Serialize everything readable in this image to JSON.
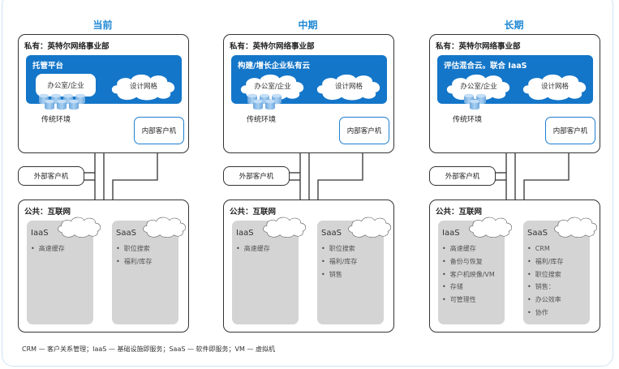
{
  "stages": [
    {
      "title": "当前",
      "private": {
        "label": "私有：英特尔网络事业部",
        "platform_title": "托管平台",
        "office": "办公室/企业",
        "design": "设计网格",
        "office_is_cloud": false,
        "legacy_label": "传统环境",
        "db_count": 7,
        "internal_client": "内部客户机"
      },
      "external_client": "外部客户机",
      "public": {
        "label": "公共：互联网",
        "iaas": {
          "title": "IaaS",
          "items": [
            "高速缓存"
          ]
        },
        "saas": {
          "title": "SaaS",
          "items": [
            "职位搜索",
            "福利/库存"
          ]
        }
      }
    },
    {
      "title": "中期",
      "private": {
        "label": "私有：英特尔网络事业部",
        "platform_title": "构建/增长企业私有云",
        "office": "办公室/企业",
        "design": "设计网格",
        "office_is_cloud": true,
        "legacy_label": "传统环境",
        "db_count": 5,
        "internal_client": "内部客户机"
      },
      "external_client": "外部客户机",
      "public": {
        "label": "公共：互联网",
        "iaas": {
          "title": "IaaS",
          "items": [
            "高速缓存"
          ]
        },
        "saas": {
          "title": "SaaS",
          "items": [
            "职位搜索",
            "福利/库存",
            "销售"
          ]
        }
      }
    },
    {
      "title": "长期",
      "private": {
        "label": "私有：英特尔网络事业部",
        "platform_title": "评估混合云。联合 IaaS",
        "office": "办公室/企业",
        "design": "设计网格",
        "office_is_cloud": true,
        "legacy_label": "传统环境",
        "db_count": 3,
        "internal_client": "内部客户机"
      },
      "external_client": "外部客户机",
      "public": {
        "label": "公共：互联网",
        "iaas": {
          "title": "IaaS",
          "items": [
            "高速缓存",
            "备份与恢复",
            "客户机映像/VM",
            "存储",
            "可管理性"
          ]
        },
        "saas": {
          "title": "SaaS",
          "items": [
            "CRM",
            "福利/库存",
            "职位搜索",
            "销售：",
            "办公效率",
            "协作"
          ]
        }
      }
    }
  ],
  "footer": "CRM — 客户关系管理；IaaS — 基础设施即服务；SaaS — 软件即服务；VM — 虚拟机",
  "colors": {
    "accent": "#1e88d4",
    "platform": "#1476c9",
    "service_bg": "#d4d4d4",
    "db": "#8fbfe8"
  }
}
